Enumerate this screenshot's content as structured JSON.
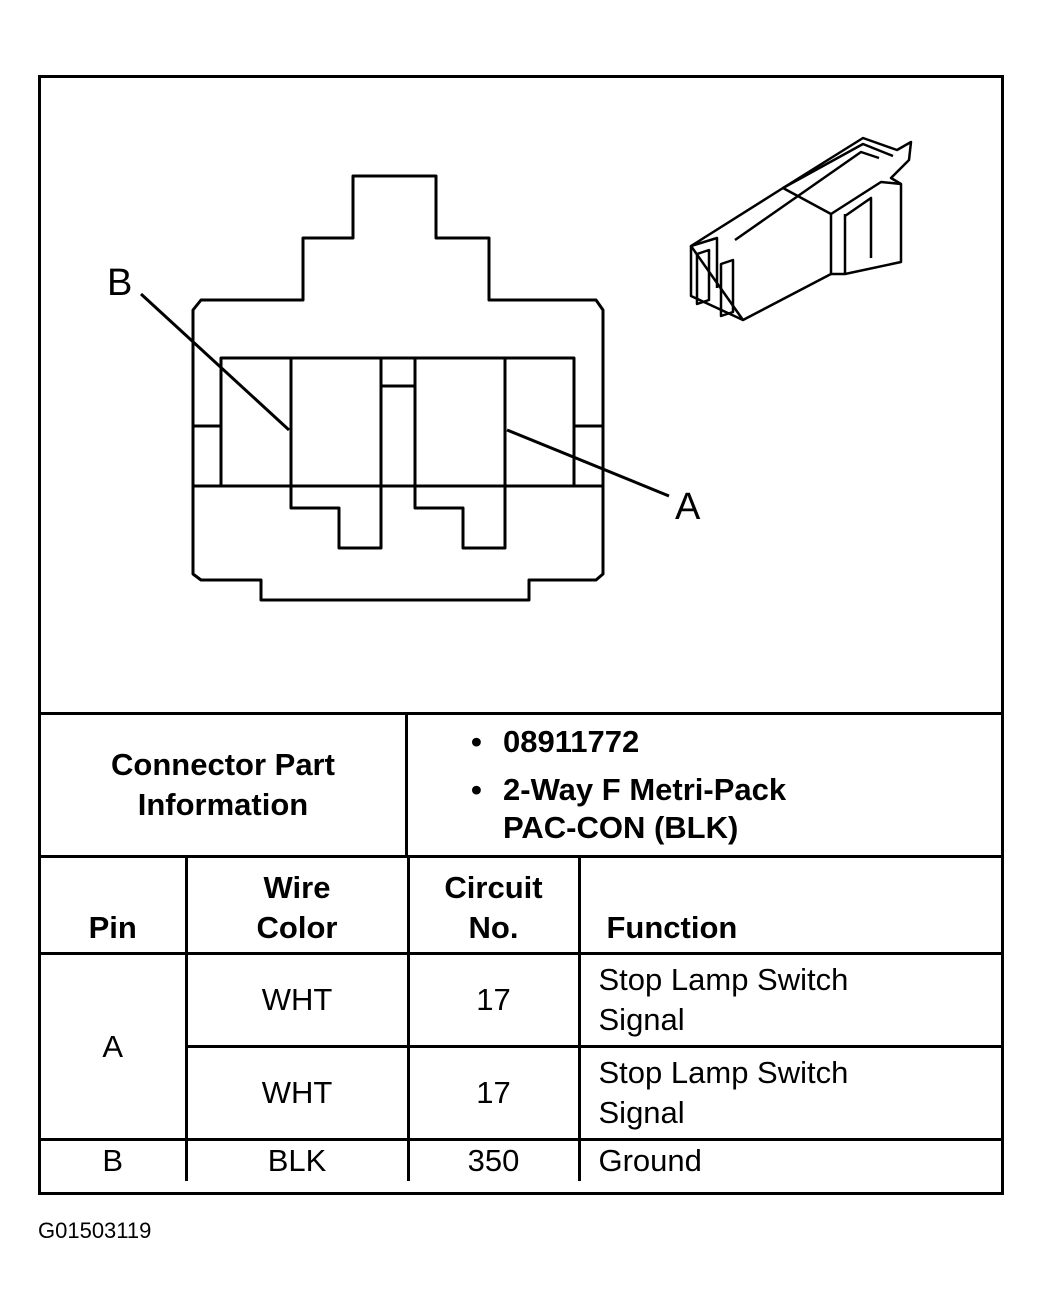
{
  "diagram": {
    "pin_labels": {
      "b": "B",
      "a": "A"
    }
  },
  "connector_info": {
    "label_lines": [
      "Connector Part",
      "Information"
    ],
    "items": [
      {
        "bullet": "•",
        "lines": [
          "08911772"
        ]
      },
      {
        "bullet": "•",
        "lines": [
          "2-Way F Metri-Pack",
          "PAC-CON (BLK)"
        ]
      }
    ]
  },
  "table": {
    "headers": {
      "pin": [
        "Pin"
      ],
      "wire_color": [
        "Wire",
        "Color"
      ],
      "circuit": [
        "Circuit",
        "No."
      ],
      "function": [
        "Function"
      ]
    },
    "rows": [
      {
        "pin": "A",
        "wire_color": "WHT",
        "circuit": "17",
        "function": [
          "Stop Lamp Switch",
          "Signal"
        ]
      },
      {
        "pin": "",
        "wire_color": "WHT",
        "circuit": "17",
        "function": [
          "Stop Lamp Switch",
          "Signal"
        ]
      },
      {
        "pin": "B",
        "wire_color": "BLK",
        "circuit": "350",
        "function": [
          "Ground"
        ]
      }
    ]
  },
  "figure_id": "G01503119"
}
